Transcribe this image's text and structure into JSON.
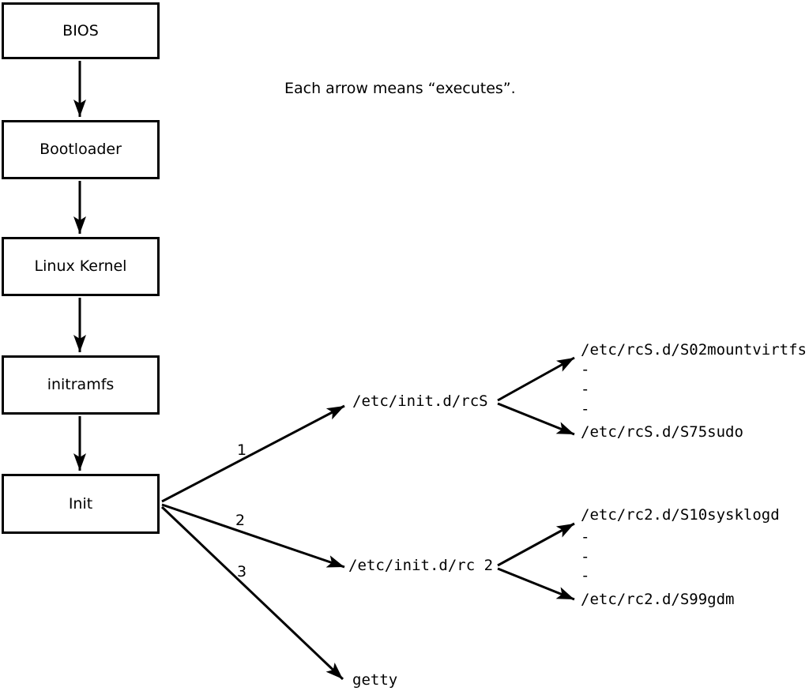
{
  "diagram": {
    "note": "Each arrow means “executes”.",
    "chain": [
      {
        "label": "BIOS"
      },
      {
        "label": "Bootloader"
      },
      {
        "label": "Linux Kernel"
      },
      {
        "label": "initramfs"
      },
      {
        "label": "Init"
      }
    ],
    "branch_labels": {
      "one": "1",
      "two": "2",
      "three": "3"
    },
    "rcS": {
      "label": "/etc/init.d/rcS",
      "children": [
        "/etc/rcS.d/S02mountvirtfs",
        "-",
        "-",
        "-",
        "/etc/rcS.d/S75sudo"
      ]
    },
    "rc2": {
      "label": "/etc/init.d/rc 2",
      "children": [
        "/etc/rc2.d/S10sysklogd",
        "-",
        "-",
        "-",
        "/etc/rc2.d/S99gdm"
      ]
    },
    "getty": {
      "label": "getty"
    },
    "colors": {
      "line": "#000000",
      "background": "#ffffff",
      "text": "#000000"
    }
  }
}
